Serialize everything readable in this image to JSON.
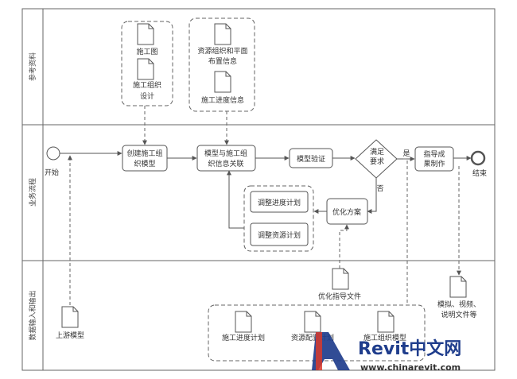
{
  "lanes": {
    "reference": "参考资料",
    "process": "业务流程",
    "io": "数据输入和输出"
  },
  "events": {
    "start": "开始",
    "end": "结束"
  },
  "tasks": {
    "create_model": [
      "创建施工组",
      "织模型"
    ],
    "link_model": [
      "模型与施工组",
      "织信息关联"
    ],
    "verify": "模型验证",
    "result": [
      "指导成",
      "果制作"
    ],
    "optimize": "优化方案",
    "adjust_schedule": "调整进度计划",
    "adjust_resource": "调整资源计划"
  },
  "gateway": {
    "label": [
      "满足",
      "要求"
    ],
    "yes": "是",
    "no": "否"
  },
  "docs": {
    "construction_drawing": "施工图",
    "construction_org_design": [
      "施工组织",
      "设计"
    ],
    "resource_layout": [
      "资源组织和平面",
      "布置信息"
    ],
    "schedule_info": "施工进度信息",
    "upstream_model": "上游模型",
    "guide_file": "优化指导文件",
    "media_files": [
      "模拟、视频、",
      "说明文件等"
    ],
    "out_schedule": "施工进度计划",
    "out_resource": "资源配置计划",
    "out_model": "施工组织模型"
  },
  "watermark": {
    "brand": "Revit中文网",
    "url": "www.chinarevit.com"
  },
  "colors": {
    "line": "#555555",
    "dash": "#666666",
    "brand": "#1f3d8c",
    "accent": "#d9392b"
  }
}
